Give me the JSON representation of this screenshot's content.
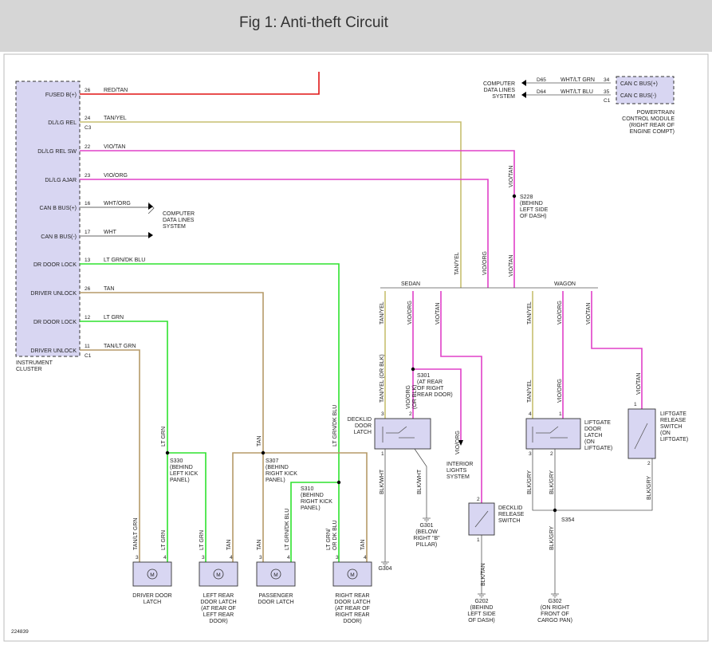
{
  "title": "Fig 1: Anti-theft Circuit",
  "diagram_id": "224839",
  "colors": {
    "red_tan": "#e01515",
    "tan": "#b59a68",
    "tan_yel": "#c7bf70",
    "violet": "#e040c8",
    "lt_grn": "#2ee22e",
    "gray": "#777777",
    "component_fill": "#d8d6f2",
    "header_bg": "#d6d6d6"
  },
  "cluster": {
    "name": "INSTRUMENT\nCLUSTER",
    "pins": [
      {
        "label": "FUSED B(+)",
        "num": "26",
        "wire": "RED/TAN"
      },
      {
        "label": "DL/LG REL",
        "num": "24",
        "wire": "TAN/YEL",
        "conn": "C3"
      },
      {
        "label": "DL/LG REL SW",
        "num": "22",
        "wire": "VIO/TAN"
      },
      {
        "label": "DL/LG AJAR",
        "num": "23",
        "wire": "VIO/ORG"
      },
      {
        "label": "CAN B BUS(+)",
        "num": "16",
        "wire": "WHT/ORG"
      },
      {
        "label": "CAN B BUS(-)",
        "num": "17",
        "wire": "WHT"
      },
      {
        "label": "DR DOOR LOCK",
        "num": "13",
        "wire": "LT GRN/DK BLU"
      },
      {
        "label": "DRIVER UNLOCK",
        "num": "26",
        "wire": "TAN"
      },
      {
        "label": "DR DOOR LOCK",
        "num": "12",
        "wire": "LT GRN"
      },
      {
        "label": "DRIVER UNLOCK",
        "num": "11",
        "wire": "TAN/LT GRN",
        "conn": "C1"
      }
    ],
    "data_lines": "COMPUTER\nDATA LINES\nSYSTEM"
  },
  "pcm": {
    "pins": [
      {
        "label": "CAN C BUS(+)",
        "num": "34",
        "wire": "WHT/LT GRN",
        "circuit": "D65"
      },
      {
        "label": "CAN C BUS(-)",
        "num": "35",
        "wire": "WHT/LT BLU",
        "circuit": "D64"
      }
    ],
    "conn": "C1",
    "name": "POWERTRAIN\nCONTROL MODULE\n(RIGHT REAR OF\nENGINE COMPT)",
    "data_lines": "COMPUTER\nDATA LINES\nSYSTEM"
  },
  "splices": {
    "s228": "S228\n(BEHIND\nLEFT SIDE\nOF DASH)",
    "s301": "S301\n(AT REAR\nOF RIGHT\nREAR DOOR)",
    "s330": "S330\n(BEHIND\nLEFT KICK\nPANEL)",
    "s307": "S307\n(BEHIND\nRIGHT KICK\nPANEL)",
    "s310": "S310\n(BEHIND\nRIGHT KICK\nPANEL)",
    "s354": "S354"
  },
  "options": {
    "sedan": "SEDAN",
    "wagon": "WAGON"
  },
  "wires": {
    "tan_yel": "TAN/YEL",
    "vio_org": "VIO/ORG",
    "vio_tan": "VIO/TAN",
    "tan_yel_or_blk": "TAN/YEL  (OR BLK)",
    "vio_org_or_blk": "VIO/ORG\n(OR BLK)",
    "blk_wht": "BLK/WHT",
    "blk_tan": "BLK/TAN",
    "blk_gry": "BLK/GRY",
    "lt_grn": "LT GRN",
    "tan": "TAN",
    "lt_grn_dk_blu": "LT GRN/DK BLU",
    "tan_lt_grn": "TAN/LT GRN",
    "lt_grn_or_dk_blu": "LT GRN/\nOR DK BLU"
  },
  "components": {
    "decklid_latch": "DECKLID\nDOOR\nLATCH",
    "interior_lights": "INTERIOR\nLIGHTS\nSYSTEM",
    "decklid_release": "DECKLID\nRELEASE\nSWITCH",
    "liftgate_latch": "LIFTGATE\nDOOR\nLATCH\n(ON\nLIFTGATE)",
    "liftgate_release": "LIFTGATE\nRELEASE\nSWITCH\n(ON\nLIFTGATE)",
    "driver_door": "DRIVER DOOR\nLATCH",
    "left_rear_door": "LEFT REAR\nDOOR LATCH\n(AT REAR OF\nLEFT REAR\nDOOR)",
    "passenger_door": "PASSENGER\nDOOR LATCH",
    "right_rear_door": "RIGHT REAR\nDOOR LATCH\n(AT REAR OF\nRIGHT REAR\nDOOR)"
  },
  "grounds": {
    "g304": "G304",
    "g301": "G301\n(BELOW\nRIGHT \"B\"\nPILLAR)",
    "g202_dash": "G202\n(BEHIND\nLEFT SIDE\nOF DASH)",
    "g302": "G302\n(ON RIGHT\nFRONT OF\nCARGO PAN)"
  },
  "pin_numbers": {
    "decklid_latch": [
      "3",
      "2",
      "1"
    ],
    "decklid_release": [
      "2",
      "1"
    ],
    "liftgate_latch": [
      "4",
      "1",
      "3",
      "2"
    ],
    "liftgate_release": [
      "1",
      "2"
    ],
    "door_latch": [
      "3",
      "4"
    ]
  }
}
